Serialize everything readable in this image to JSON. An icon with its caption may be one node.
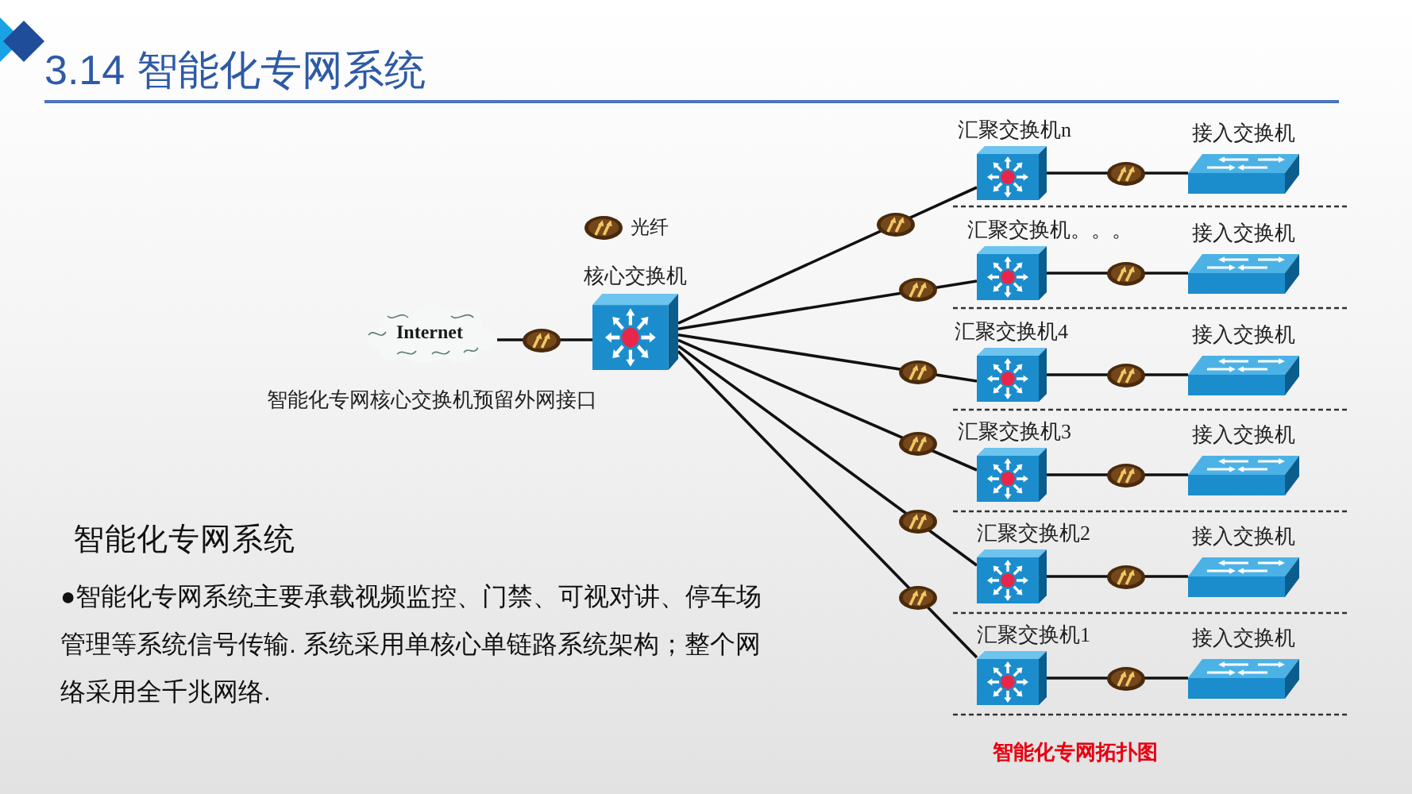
{
  "diagram": {
    "title": "3.14 智能化专网系统",
    "caption": "智能化专网拓扑图",
    "nodes": [
      {
        "text": [
          "Internet"
        ]
      },
      {
        "text": [
          "核心交换机"
        ]
      },
      {
        "text": [
          "汇聚交换机n"
        ]
      },
      {
        "text": [
          "汇聚交换机。。。"
        ]
      },
      {
        "text": [
          "汇聚交换机4"
        ]
      },
      {
        "text": [
          "汇聚交换机3"
        ]
      },
      {
        "text": [
          "汇聚交换机2"
        ]
      },
      {
        "text": [
          "汇聚交换机1"
        ]
      },
      {
        "text": [
          "接入交换机"
        ]
      },
      {
        "text": [
          "接入交换机"
        ]
      },
      {
        "text": [
          "接入交换机"
        ]
      },
      {
        "text": [
          "接入交换机"
        ]
      },
      {
        "text": [
          "接入交换机"
        ]
      },
      {
        "text": [
          "接入交换机"
        ]
      }
    ],
    "edges": [
      {
        "from": 0,
        "to": 1,
        "arrow": "none"
      },
      {
        "from": 1,
        "to": 2,
        "arrow": "none"
      },
      {
        "from": 1,
        "to": 3,
        "arrow": "none"
      },
      {
        "from": 1,
        "to": 4,
        "arrow": "none"
      },
      {
        "from": 1,
        "to": 5,
        "arrow": "none"
      },
      {
        "from": 1,
        "to": 6,
        "arrow": "none"
      },
      {
        "from": 1,
        "to": 7,
        "arrow": "none"
      },
      {
        "from": 2,
        "to": 8,
        "arrow": "none"
      },
      {
        "from": 3,
        "to": 9,
        "arrow": "none"
      },
      {
        "from": 4,
        "to": 10,
        "arrow": "none"
      },
      {
        "from": 5,
        "to": 11,
        "arrow": "none"
      },
      {
        "from": 6,
        "to": 12,
        "arrow": "none"
      },
      {
        "from": 7,
        "to": 13,
        "arrow": "none"
      }
    ],
    "labels": [
      "智能化专网核心交换机预留外网接口",
      "智能化专网系统",
      "●智能化专网系统主要承载视频监控、门禁、可视对讲、停车场管理等系统信号传输. 系统采用单核心单链路系统架构；整个网络采用全千兆网络."
    ],
    "legend": [
      {
        "text": "光纤"
      }
    ]
  }
}
